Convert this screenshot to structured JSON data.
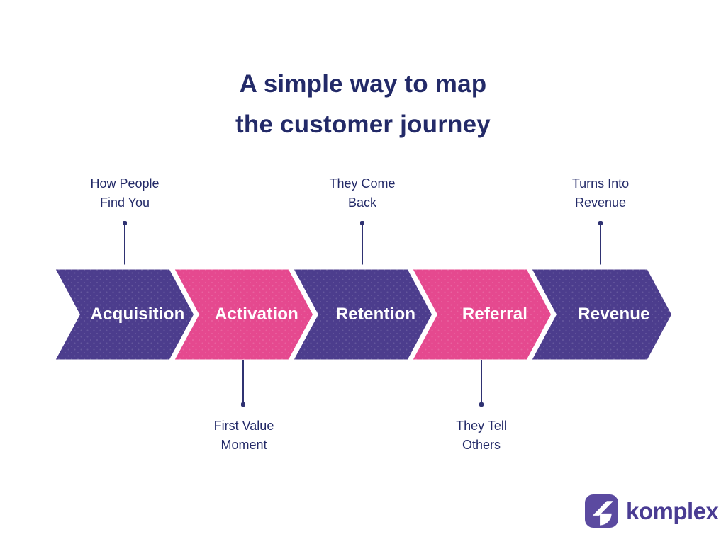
{
  "title": {
    "line1": "A simple way to map",
    "line2": "the customer journey"
  },
  "stages": [
    {
      "label": "Acquisition",
      "color": "#4C3D8D"
    },
    {
      "label": "Activation",
      "color": "#E5498F"
    },
    {
      "label": "Retention",
      "color": "#4C3D8D"
    },
    {
      "label": "Referral",
      "color": "#E5498F"
    },
    {
      "label": "Revenue",
      "color": "#4C3D8D"
    }
  ],
  "callouts": {
    "top": [
      {
        "line1": "How People",
        "line2": "Find You"
      },
      {
        "line1": "They Come",
        "line2": "Back"
      },
      {
        "line1": "Turns Into",
        "line2": "Revenue"
      }
    ],
    "bottom": [
      {
        "line1": "First Value",
        "line2": "Moment"
      },
      {
        "line1": "They Tell",
        "line2": "Others"
      }
    ]
  },
  "logo": {
    "text": "komplex",
    "icon": "komplex-k-icon",
    "icon_color": "#5B4AA0",
    "text_color": "#4A3C93"
  },
  "colors": {
    "background": "#FFFFFF",
    "title_text": "#232A68",
    "annotation_text": "#232A68",
    "chevron_purple": "#4C3D8D",
    "chevron_pink": "#E5498F",
    "chevron_label_text": "#FFFFFF",
    "connector": "#2F3272"
  }
}
